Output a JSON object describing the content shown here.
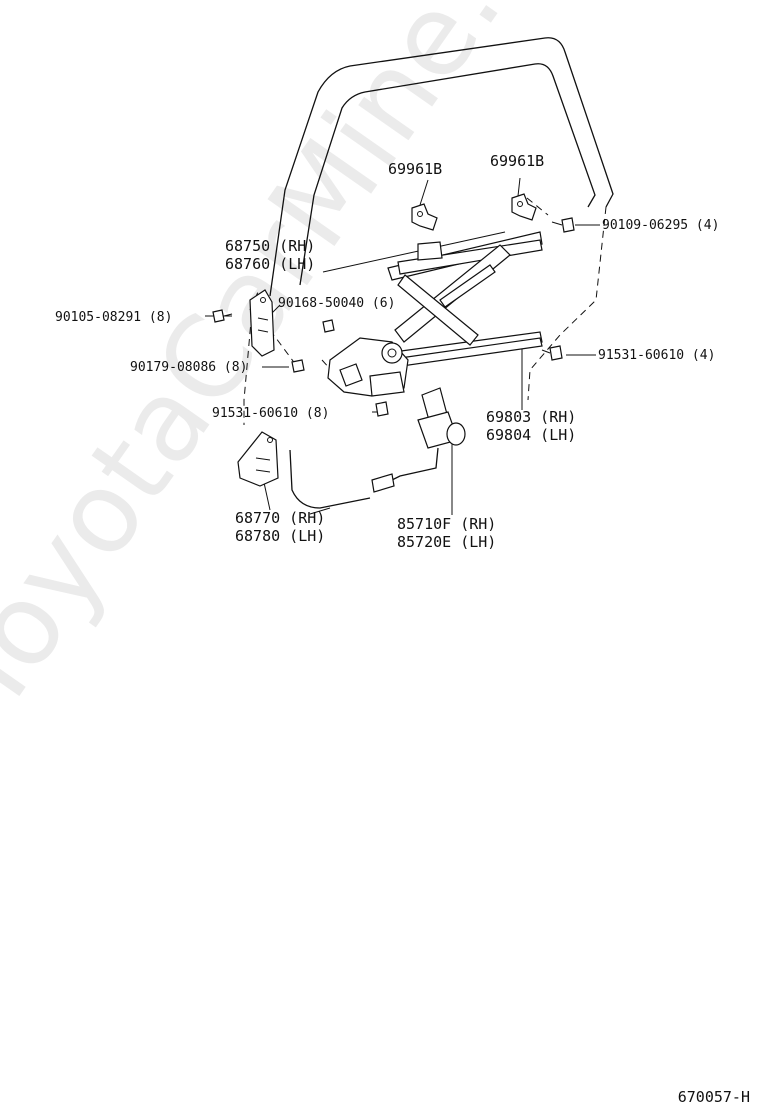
{
  "watermark": "ToyotaCarMine.ru",
  "diagram_code": "670057-H",
  "labels": {
    "clip_left": "69961B",
    "clip_right": "69961B",
    "bolt_top_right": "90109-06295 (4)",
    "channel_front_rh": "68750 (RH)",
    "channel_front_lh": "68760 (LH)",
    "screw_center": "90168-50040 (6)",
    "bolt_left_top": "90105-08291 (8)",
    "nut_left": "90179-08086 (8)",
    "bolt_right": "91531-60610 (4)",
    "bolt_lower_left": "91531-60610 (8)",
    "regulator_rh": "69803 (RH)",
    "regulator_lh": "69804 (LH)",
    "channel_rear_rh": "68770 (RH)",
    "channel_rear_lh": "68780 (LH)",
    "motor_rh": "85710F (RH)",
    "motor_lh": "85720E (LH)"
  }
}
